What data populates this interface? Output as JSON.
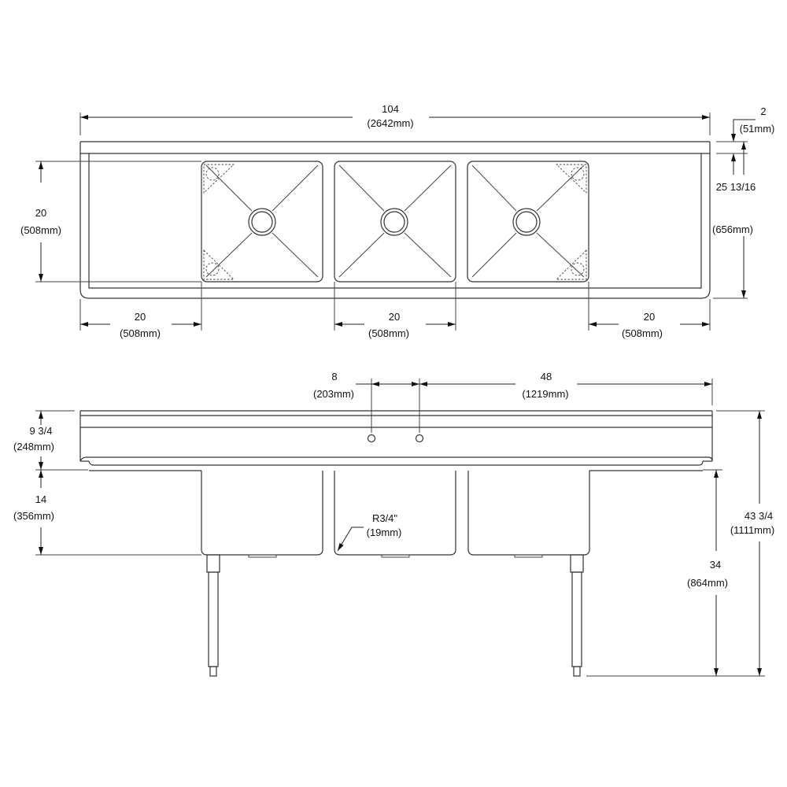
{
  "colors": {
    "line": "#333333",
    "text": "#111111",
    "background": "#ffffff"
  },
  "top_view": {
    "overall_length": {
      "value": "104",
      "mm": "(2642mm)"
    },
    "backsplash_depth": {
      "value": "2",
      "mm": "(51mm)"
    },
    "overall_depth": {
      "value": "25 13/16",
      "mm": "(656mm)"
    },
    "bowl_depth": {
      "value": "20",
      "mm": "(508mm)"
    },
    "left_drainboard": {
      "value": "20",
      "mm": "(508mm)"
    },
    "bowl_width": {
      "value": "20",
      "mm": "(508mm)"
    },
    "right_drainboard": {
      "value": "20",
      "mm": "(508mm)"
    },
    "bowls": [
      {
        "name": "left-bowl"
      },
      {
        "name": "center-bowl"
      },
      {
        "name": "right-bowl"
      }
    ]
  },
  "front_view": {
    "faucet_spacing": {
      "value": "8",
      "mm": "(203mm)"
    },
    "faucet_to_end": {
      "value": "48",
      "mm": "(1219mm)"
    },
    "backsplash_height": {
      "value": "9 3/4",
      "mm": "(248mm)"
    },
    "bowl_depth": {
      "value": "14",
      "mm": "(356mm)"
    },
    "corner_radius": {
      "value": "R3/4\"",
      "mm": "(19mm)"
    },
    "overall_height": {
      "value": "43 3/4",
      "mm": "(1111mm)"
    },
    "work_height": {
      "value": "34",
      "mm": "(864mm)"
    }
  }
}
